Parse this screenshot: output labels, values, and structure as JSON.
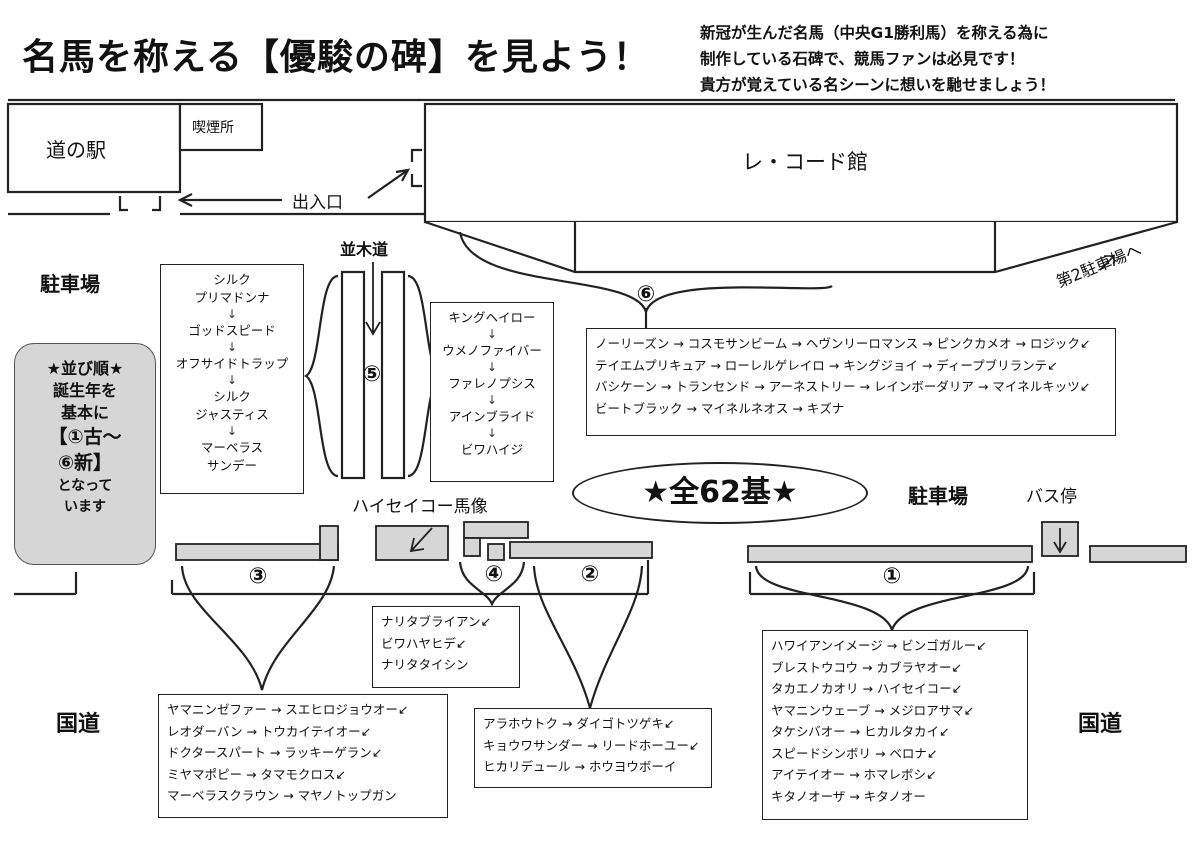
{
  "title": "名馬を称える【優駿の碑】を見よう！",
  "intro": [
    "新冠が生んだ名馬（中央G1勝利馬）を称える為に",
    "制作している石碑で、競馬ファンは必見です！",
    "貴方が覚えている名シーンに想いを馳せましょう！"
  ],
  "places": {
    "michinoeki": "道の駅",
    "smoking": "喫煙所",
    "entrance": "出入口",
    "record_hall": "レ・コード館",
    "parking_left": "駐車場",
    "parking_right": "駐車場",
    "parking2": "第2駐車場へ",
    "namikimichi": "並木道",
    "statue": "ハイセイコー馬像",
    "bus_stop": "バス停",
    "kokudo_left": "国道",
    "kokudo_right": "国道"
  },
  "legend": {
    "line1": "★並び順★",
    "line2": "誕生年を",
    "line3": "基本に",
    "line4": "【①古～",
    "line5": "⑥新】",
    "line6": "となって",
    "line7": "います"
  },
  "total": "★全62基★",
  "group_numbers": {
    "g1": "①",
    "g2": "②",
    "g3": "③",
    "g4": "④",
    "g5": "⑤",
    "g6": "⑥"
  },
  "group5_left": {
    "items": [
      "シルク",
      "プリマドンナ",
      "ゴッドスピード",
      "オフサイドトラップ",
      "シルク",
      "ジャスティス",
      "マーベラス",
      "サンデー"
    ]
  },
  "group5_right": {
    "items": [
      "キングヘイロー",
      "ウメノファイバー",
      "ファレノプシス",
      "アインブライド",
      "ビワハイジ"
    ]
  },
  "group6": {
    "lines": [
      "ノーリーズン → コスモサンビーム → ヘヴンリーロマンス → ピンクカメオ → ロジック↙",
      "テイエムプリキュア → ローレルゲレイロ → キングジョイ → ディープブリランテ↙",
      "バシケーン → トランセンド → アーネストリー → レインボーダリア → マイネルキッツ↙",
      "ビートブラック → マイネルネオス → キズナ"
    ]
  },
  "group4": {
    "lines": [
      "ナリタブライアン↙",
      "ビワハヤヒデ↙",
      "ナリタタイシン"
    ]
  },
  "group3": {
    "lines": [
      "ヤマニンゼファー → スエヒロジョウオー↙",
      "レオダーバン → トウカイテイオー↙",
      "ドクタースパート → ラッキーゲラン↙",
      "ミヤマポピー → タマモクロス↙",
      "マーベラスクラウン → マヤノトップガン"
    ]
  },
  "group2": {
    "lines": [
      "アラホウトク → ダイゴトツゲキ↙",
      "キョウワサンダー → リードホーユー↙",
      "ヒカリデュール → ホウヨウボーイ"
    ]
  },
  "group1": {
    "lines": [
      "ハワイアンイメージ → ビンゴガルー↙",
      "ブレストウコウ → カブラヤオー↙",
      "タカエノカオリ → ハイセイコー↙",
      "ヤマニンウェーブ → メジロアサマ↙",
      "タケシバオー → ヒカルタカイ↙",
      "スピードシンボリ → ベロナ↙",
      "アイテイオー → ホマレボシ↙",
      "キタノオーザ → キタノオー"
    ]
  }
}
